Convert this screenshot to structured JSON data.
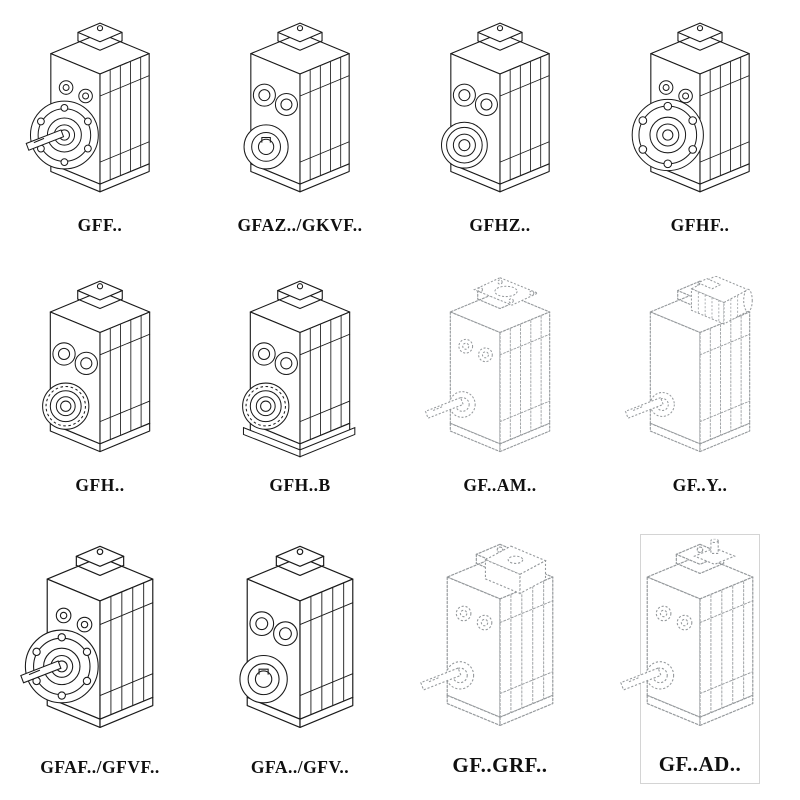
{
  "style": {
    "background": "#ffffff",
    "line_color_solid": "#1b1b1b",
    "line_color_light": "#95999c",
    "label_color": "#101010"
  },
  "catalog": {
    "items": [
      {
        "label": "GFF..",
        "tone": "solid",
        "drawing": "gb-flange-shaft",
        "alt": "parallel shaft gear unit with output flange and solid shaft"
      },
      {
        "label": "GFAZ../GKVF..",
        "tone": "solid",
        "drawing": "gb-bores",
        "alt": "shaft-mounted gear unit with hollow keyed shaft"
      },
      {
        "label": "GFHZ..",
        "tone": "solid",
        "drawing": "gb-hollow",
        "alt": "gear unit with hollow shaft and shrink rings"
      },
      {
        "label": "GFHF..",
        "tone": "solid",
        "drawing": "gb-flange-face",
        "alt": "gear unit with large bolted output flange"
      },
      {
        "label": "GFH..",
        "tone": "solid",
        "drawing": "gb-bearing",
        "alt": "shaft-mounted gear unit with hollow shaft bearing"
      },
      {
        "label": "GFH..B",
        "tone": "solid",
        "drawing": "gb-bearing-b",
        "alt": "shaft-mounted gear unit with base plate"
      },
      {
        "label": "GF..AM..",
        "tone": "light",
        "drawing": "gb-adapter-flange",
        "alt": "gear unit with IEC motor adapter flange, phantom view"
      },
      {
        "label": "GF..Y..",
        "tone": "light",
        "drawing": "gb-motor",
        "alt": "gear unit with mounted motor, phantom view"
      },
      {
        "label": "GFAF../GFVF..",
        "tone": "solid",
        "drawing": "gb-flange-shaft",
        "alt": "flange-mounted gear unit with solid output shaft"
      },
      {
        "label": "GFA../GFV..",
        "tone": "solid",
        "drawing": "gb-bores",
        "alt": "foot-mounted gear unit with hollow keyed shaft"
      },
      {
        "label": "GF..GRF..",
        "tone": "light",
        "drawing": "gb-grf",
        "alt": "gear unit with square input adapter, phantom view"
      },
      {
        "label": "GF..AD..",
        "tone": "light",
        "drawing": "gb-ad",
        "alt": "gear unit with input shaft assembly, phantom view"
      }
    ]
  }
}
